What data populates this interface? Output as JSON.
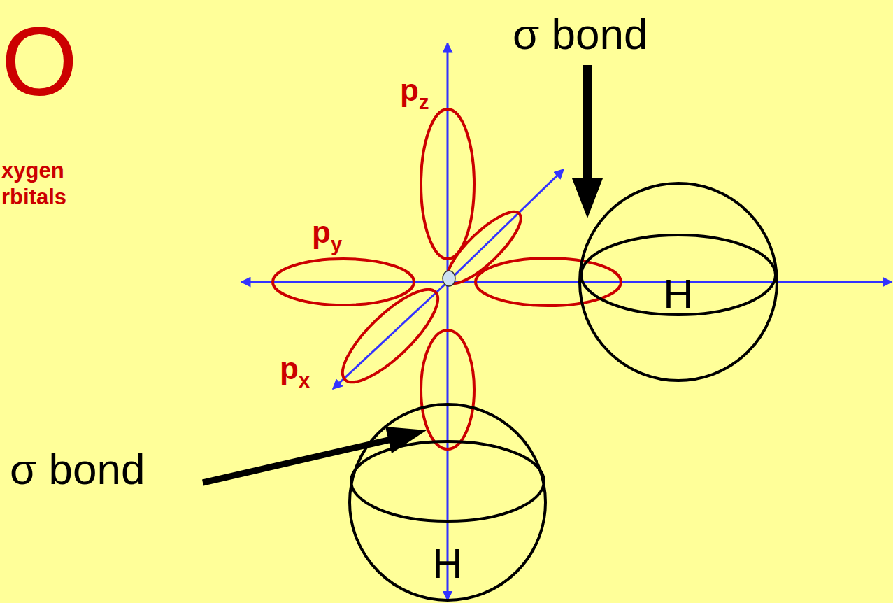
{
  "diagram": {
    "nodes": [
      {
        "text": [
          "H"
        ]
      },
      {
        "text": [
          "H"
        ]
      }
    ],
    "labels": [
      "O",
      "σ bond",
      "σ bond",
      "p",
      "z",
      "p",
      "y",
      "p",
      "x",
      "xygen",
      "rbitals"
    ]
  }
}
